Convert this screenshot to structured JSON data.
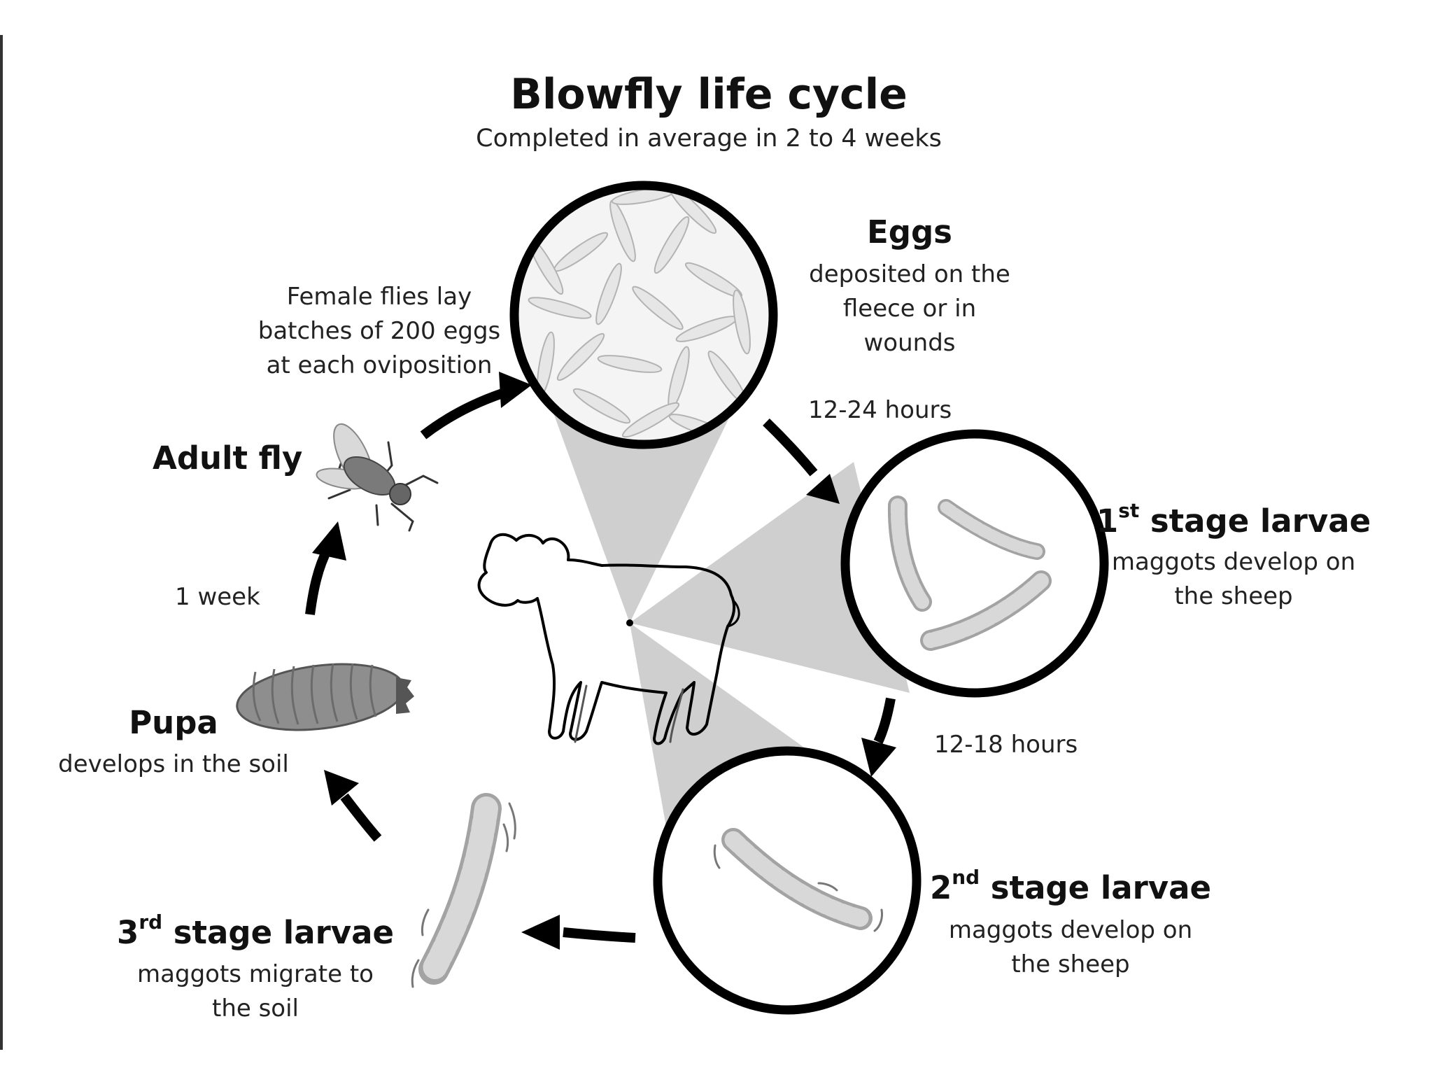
{
  "title": "Blowfly life cycle",
  "subtitle": "Completed in average in 2 to 4 weeks",
  "stages": {
    "eggs": {
      "heading": "Eggs",
      "description": "deposited on the fleece or in wounds"
    },
    "larvae1": {
      "ordinal": "1",
      "suffix": "st",
      "heading": " stage larvae",
      "description": "maggots develop on the sheep"
    },
    "larvae2": {
      "ordinal": "2",
      "suffix": "nd",
      "heading": " stage larvae",
      "description": "maggots develop on the sheep"
    },
    "larvae3": {
      "ordinal": "3",
      "suffix": "rd",
      "heading": " stage larvae",
      "description": "maggots migrate to the soil"
    },
    "pupa": {
      "heading": "Pupa",
      "description": "develops in the soil"
    },
    "adult": {
      "heading": "Adult fly",
      "note": "Female flies lay batches of 200 eggs at each oviposition"
    }
  },
  "durations": {
    "eggs_to_larvae1": "12-24 hours",
    "larvae1_to_larvae2": "12-18 hours",
    "pupa_to_adult": "1 week"
  }
}
